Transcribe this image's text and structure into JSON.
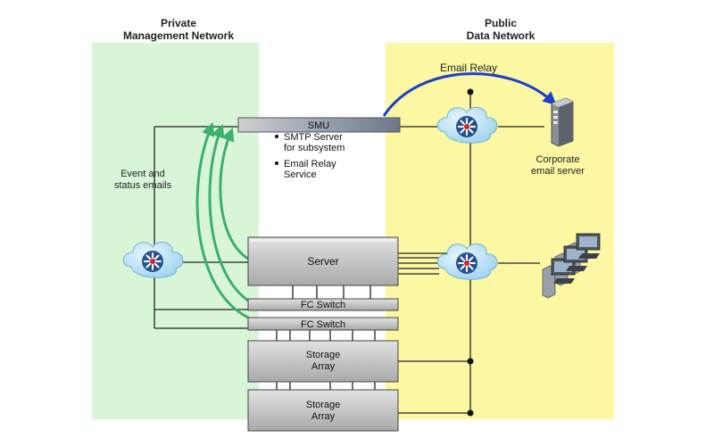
{
  "zones": {
    "private": {
      "line1": "Private",
      "line2": "Management Network"
    },
    "public": {
      "line1": "Public",
      "line2": "Data Network"
    }
  },
  "labels": {
    "email_relay": "Email Relay",
    "event_line1": "Event and",
    "event_line2": "status emails",
    "corporate_line1": "Corporate",
    "corporate_line2": "email server"
  },
  "smu": {
    "label": "SMU",
    "bullets": [
      {
        "line1": "SMTP Server",
        "line2": "for subsystem"
      },
      {
        "line1": "Email Relay",
        "line2": "Service"
      }
    ]
  },
  "devices": {
    "server": "Server",
    "fc_switch_1": "FC Switch",
    "fc_switch_2": "FC Switch",
    "storage_1": {
      "line1": "Storage",
      "line2": "Array"
    },
    "storage_2": {
      "line1": "Storage",
      "line2": "Array"
    }
  },
  "icons": {
    "router": "network-router-icon",
    "server": "corporate-email-server-icon",
    "clients": "client-workstations-icon"
  },
  "colors": {
    "private_zone": "#d8f5d8",
    "public_zone": "#fbf7a3",
    "email_relay_arrow": "#1d3fc9",
    "event_arrows": "#3daf6e",
    "device_fill": "#c7c7c7",
    "router_fill": "#27528f"
  }
}
